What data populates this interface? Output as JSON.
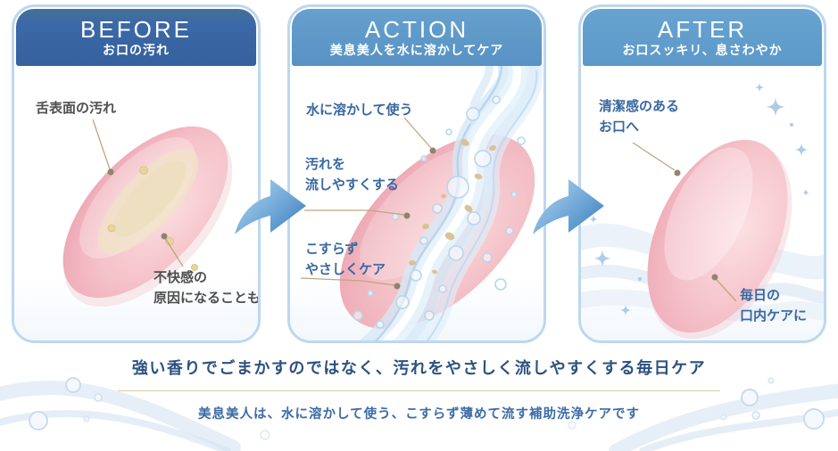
{
  "colors": {
    "header_before": "#3b68a6",
    "header_action": "#5892c4",
    "header_after": "#5c99c9",
    "panel_border": "#bdd7ef",
    "label_blue": "#39689f",
    "label_gray": "#4f4f4f",
    "pointer_line_tan": "#bfa67c",
    "headline_navy": "#2c5180",
    "underline_tan": "#dccaa6",
    "arrow_blue": "#4484c0",
    "tongue_pink": "#f3bcc3",
    "water_blue": "#d6e8f7"
  },
  "panels": [
    {
      "title": "BEFORE",
      "subtitle": "お口の汚れ",
      "labels": {
        "surface": "舌表面の汚れ",
        "discomfort_1": "不快感の",
        "discomfort_2": "原因になることも"
      }
    },
    {
      "title": "ACTION",
      "subtitle": "美息美人を水に溶かしてケア",
      "labels": {
        "dissolve": "水に溶かして使う",
        "flush_1": "汚れを",
        "flush_2": "流しやすくする",
        "gentle_1": "こすらず",
        "gentle_2": "やさしくケア"
      }
    },
    {
      "title": "AFTER",
      "subtitle": "お口スッキリ、息さわやか",
      "labels": {
        "clean_1": "清潔感のある",
        "clean_2": "お口へ",
        "daily_1": "毎日の",
        "daily_2": "口内ケアに"
      }
    }
  ],
  "footer": {
    "headline": "強い香りでごまかすのではなく、汚れをやさしく流しやすくする毎日ケア",
    "subline": "美息美人は、水に溶かして使う、こすらず薄めて流す補助洗浄ケアです"
  }
}
